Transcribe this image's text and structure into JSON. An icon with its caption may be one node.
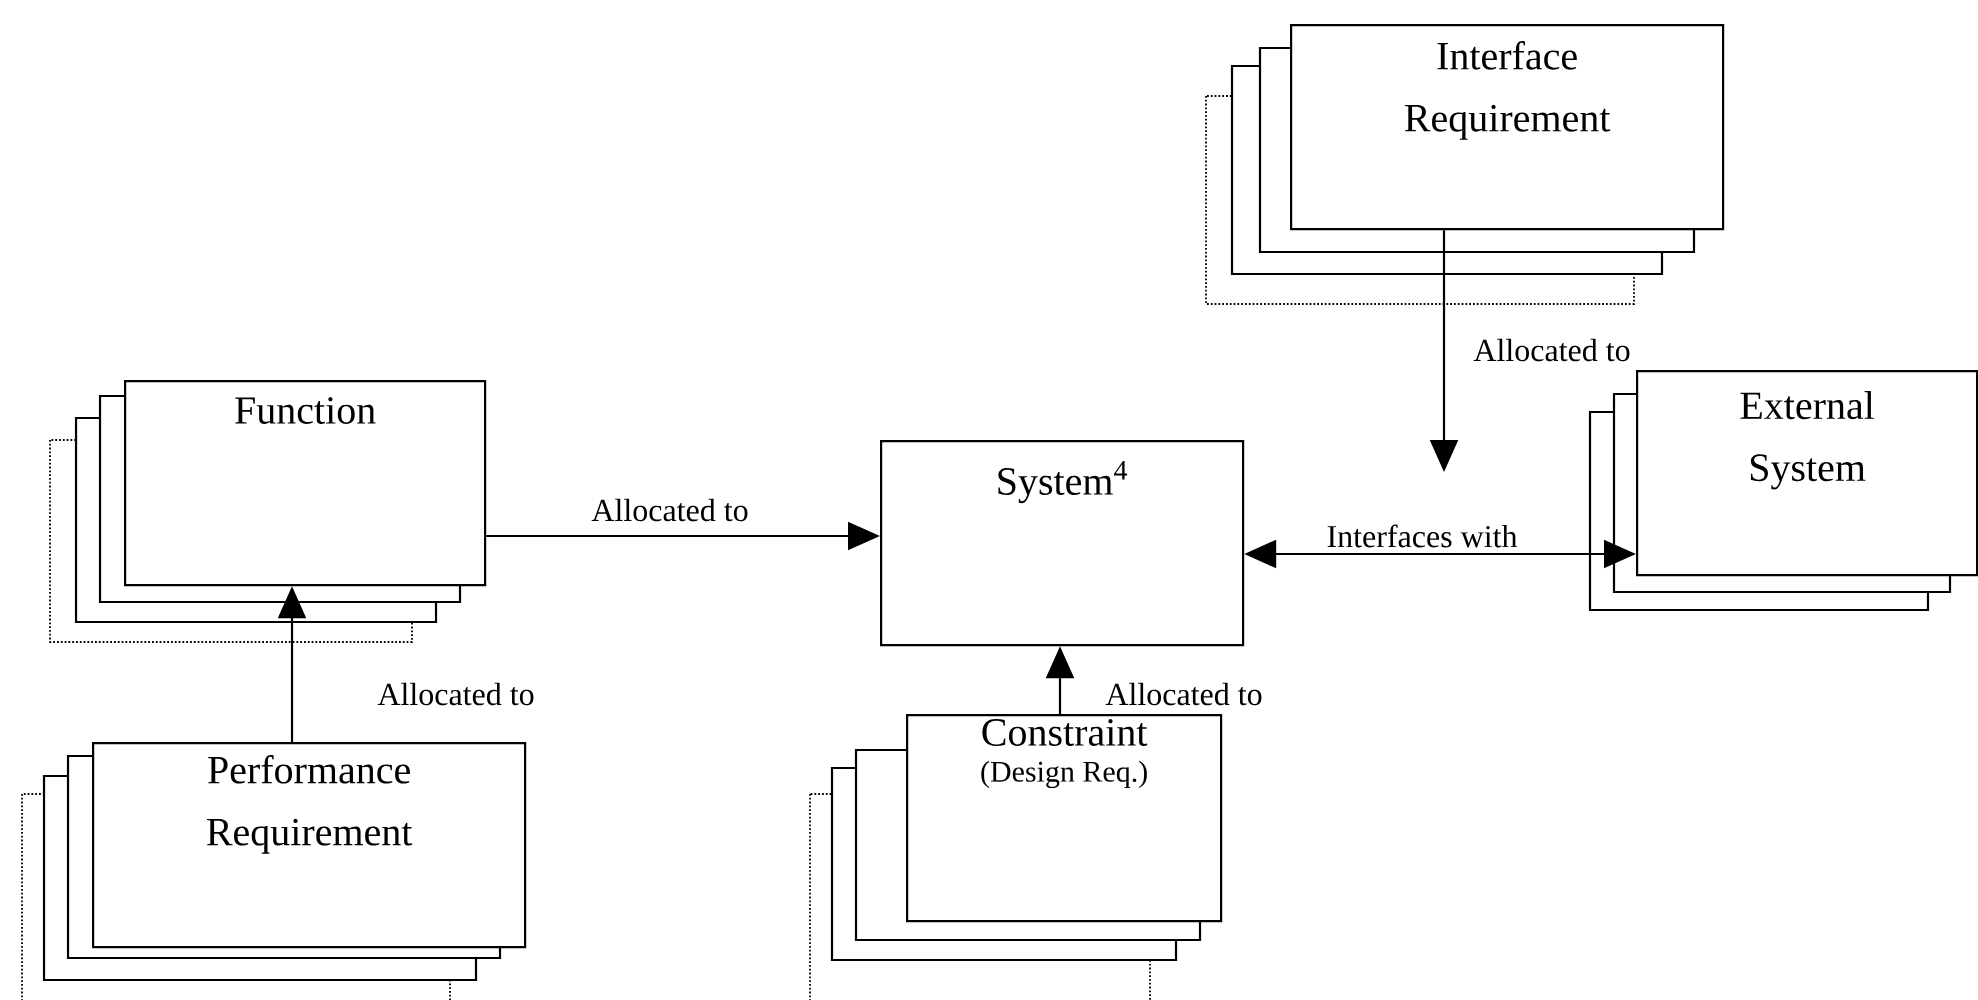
{
  "diagram": {
    "nodes": [
      {
        "text": [
          "Interface Requirement"
        ]
      },
      {
        "text": [
          "Function"
        ]
      },
      {
        "text": [
          "System$^{4}$"
        ]
      },
      {
        "text": [
          "External System"
        ]
      },
      {
        "text": [
          "Performance Requirement"
        ]
      },
      {
        "text": [
          "Constraint",
          "(Design Req.)"
        ]
      }
    ],
    "edges": [
      {
        "from": 0,
        "to": null,
        "arrow": "to",
        "label": "Allocated to"
      },
      {
        "from": 1,
        "to": 2,
        "arrow": "to",
        "label": "Allocated to"
      },
      {
        "from": 2,
        "to": 3,
        "arrow": "both",
        "label": "Interfaces with"
      },
      {
        "from": 4,
        "to": 1,
        "arrow": "to",
        "label": "Allocated to"
      },
      {
        "from": 5,
        "to": 2,
        "arrow": "to",
        "label": "Allocated to"
      }
    ]
  }
}
